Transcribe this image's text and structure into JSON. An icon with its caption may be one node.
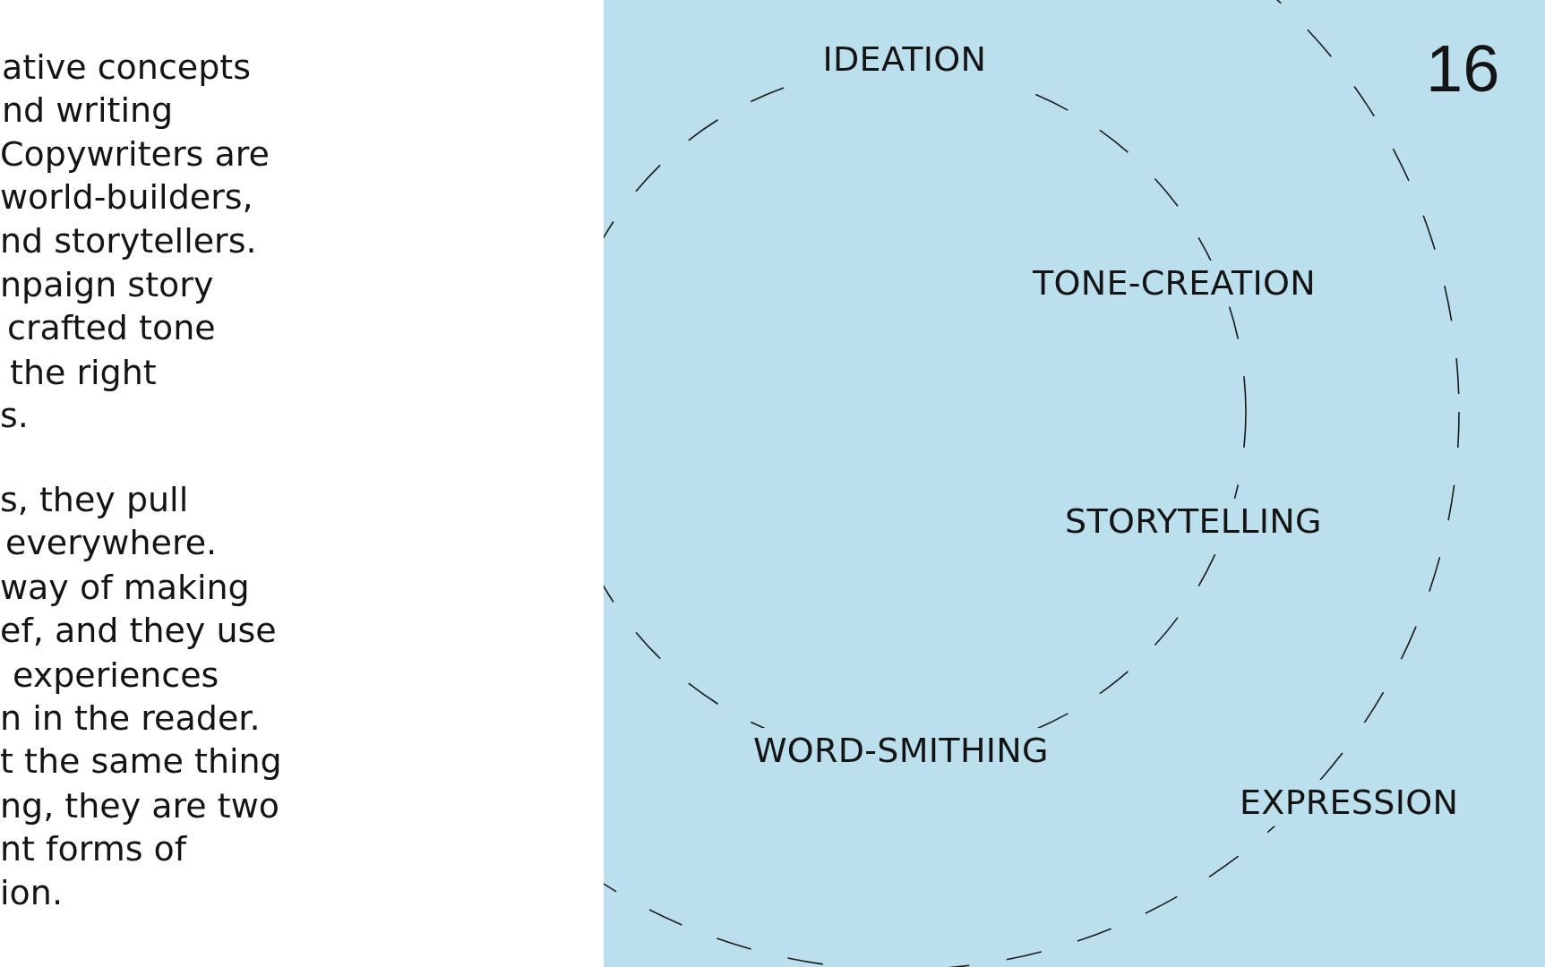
{
  "diagram": {
    "nodes": [
      {
        "text": [
          "EXPRESSION"
        ]
      },
      {
        "text": [
          "IDEATION",
          "TONE-CREATION",
          "STORYTELLING",
          "WORD-SMITHING"
        ],
        "in": 0
      }
    ],
    "labels": [
      "ative concepts",
      "nd writing",
      "Copywriters are",
      "world-builders,",
      "nd storytellers.",
      "npaign story",
      "crafted tone",
      "the right",
      "s.",
      "s, they pull",
      "everywhere.",
      "way of making",
      "ef, and they use",
      "experiences",
      "n in the reader.",
      "t the same thing",
      "ng, they are two",
      "nt forms of",
      "ion.",
      "16"
    ]
  }
}
